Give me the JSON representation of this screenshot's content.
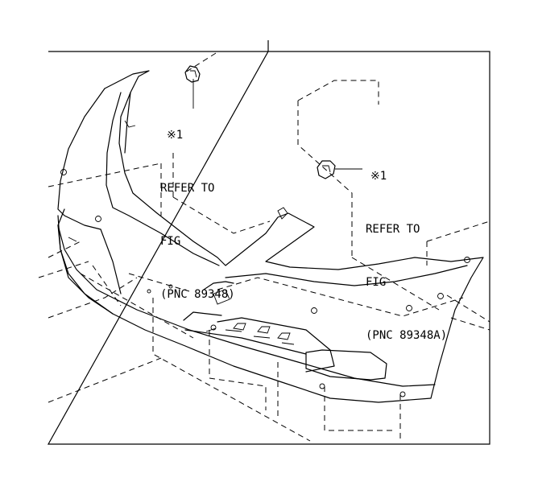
{
  "callouts": [
    {
      "mark": "※1",
      "line1": "REFER TO",
      "line2": "FIG",
      "line3": "(PNC 89348)"
    },
    {
      "mark": "※1",
      "line1": "REFER TO",
      "line2": "FIG",
      "line3": "(PNC 89348A)"
    }
  ]
}
